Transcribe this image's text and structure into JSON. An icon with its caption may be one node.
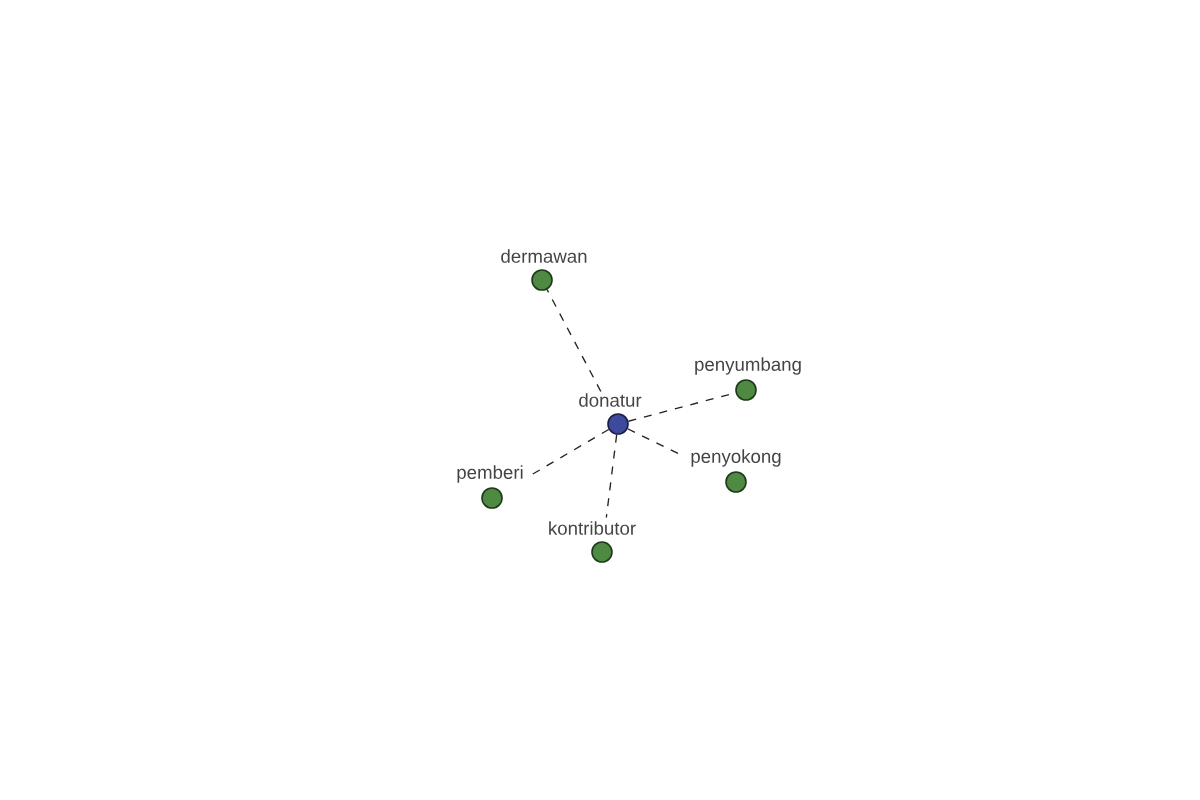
{
  "diagram": {
    "nodes": [
      {
        "text": [
          "dermawan"
        ]
      },
      {
        "text": [
          "penyumbang"
        ]
      },
      {
        "text": [
          "donatur"
        ]
      },
      {
        "text": [
          "penyokong"
        ]
      },
      {
        "text": [
          "pemberi"
        ]
      },
      {
        "text": [
          "kontributor"
        ]
      }
    ],
    "edges": [
      {
        "from": 2,
        "to": 0,
        "arrow": "none",
        "style": "dashed"
      },
      {
        "from": 2,
        "to": 1,
        "arrow": "none",
        "style": "dashed"
      },
      {
        "from": 2,
        "to": 3,
        "arrow": "none",
        "style": "dashed"
      },
      {
        "from": 2,
        "to": 4,
        "arrow": "none",
        "style": "dashed"
      },
      {
        "from": 2,
        "to": 5,
        "arrow": "none",
        "style": "dashed"
      }
    ]
  }
}
